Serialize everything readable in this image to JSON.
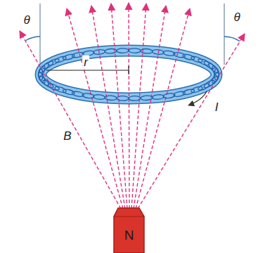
{
  "diagram": {
    "nodes": [
      {
        "text": [
          "N"
        ]
      }
    ],
    "labels": [
      "θ",
      "θ",
      "r",
      "B",
      "I"
    ]
  }
}
